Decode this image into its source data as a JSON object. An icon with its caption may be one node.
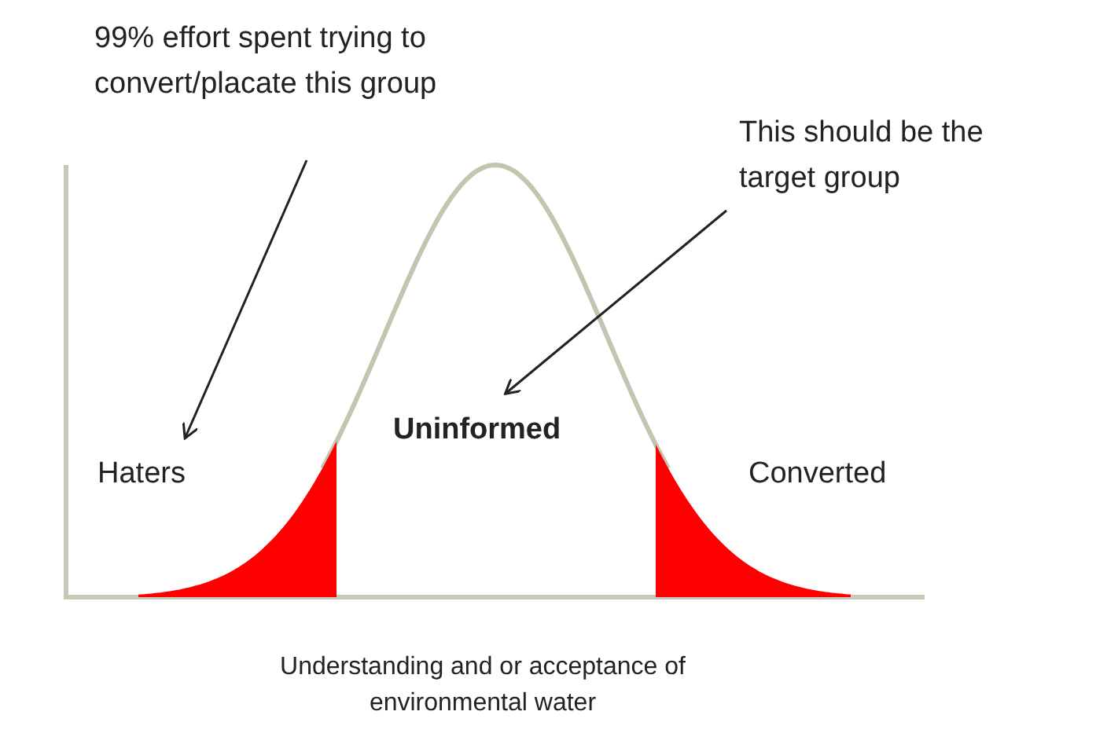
{
  "diagram": {
    "nodes": [
      {
        "text": [
          "99% effort spent trying to convert/placate this group"
        ]
      },
      {
        "text": [
          "This should be the target group"
        ]
      },
      {
        "text": [
          "Haters"
        ]
      },
      {
        "text": [
          "Uninformed"
        ]
      },
      {
        "text": [
          "Converted"
        ]
      }
    ],
    "edges": [
      {
        "from": 0,
        "to": 2,
        "arrow": "to"
      },
      {
        "from": 1,
        "to": 3,
        "arrow": "to"
      }
    ],
    "labels": [
      "Understanding and or acceptance of environmental water"
    ]
  }
}
